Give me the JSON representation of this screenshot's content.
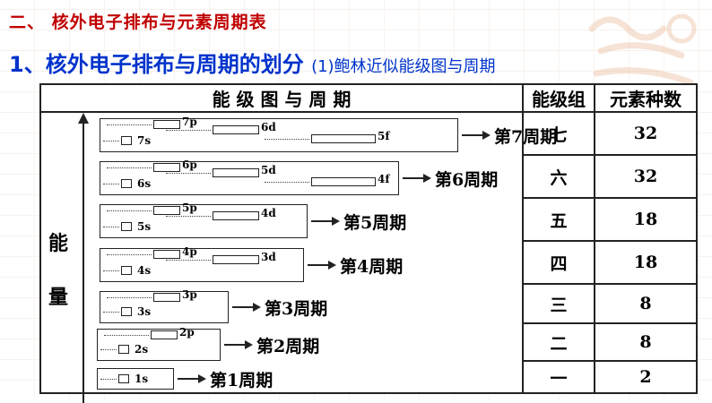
{
  "heading": "二、 核外电子排布与元素周期表",
  "subtitle": {
    "main": "1、核外电子排布与周期的划分",
    "sub": "(1)鲍林近似能级图与周期"
  },
  "table": {
    "headers": [
      "能 级 图 与 周 期",
      "能级组",
      "元素种数"
    ],
    "y_label": [
      "能",
      "量"
    ],
    "rows": [
      {
        "group": "七",
        "count": "32",
        "period": "第7周期",
        "levels": [
          "7p",
          "6d",
          "5f",
          "7s"
        ]
      },
      {
        "group": "六",
        "count": "32",
        "period": "第6周期",
        "levels": [
          "6p",
          "5d",
          "4f",
          "6s"
        ]
      },
      {
        "group": "五",
        "count": "18",
        "period": "第5周期",
        "levels": [
          "5p",
          "4d",
          "5s"
        ]
      },
      {
        "group": "四",
        "count": "18",
        "period": "第4周期",
        "levels": [
          "4p",
          "3d",
          "4s"
        ]
      },
      {
        "group": "三",
        "count": "8",
        "period": "第3周期",
        "levels": [
          "3p",
          "3s"
        ]
      },
      {
        "group": "二",
        "count": "8",
        "period": "第2周期",
        "levels": [
          "2p",
          "2s"
        ]
      },
      {
        "group": "一",
        "count": "2",
        "period": "第1周期",
        "levels": [
          "1s"
        ]
      }
    ]
  },
  "colors": {
    "heading": "#c00000",
    "subtitle": "#0033cc"
  }
}
